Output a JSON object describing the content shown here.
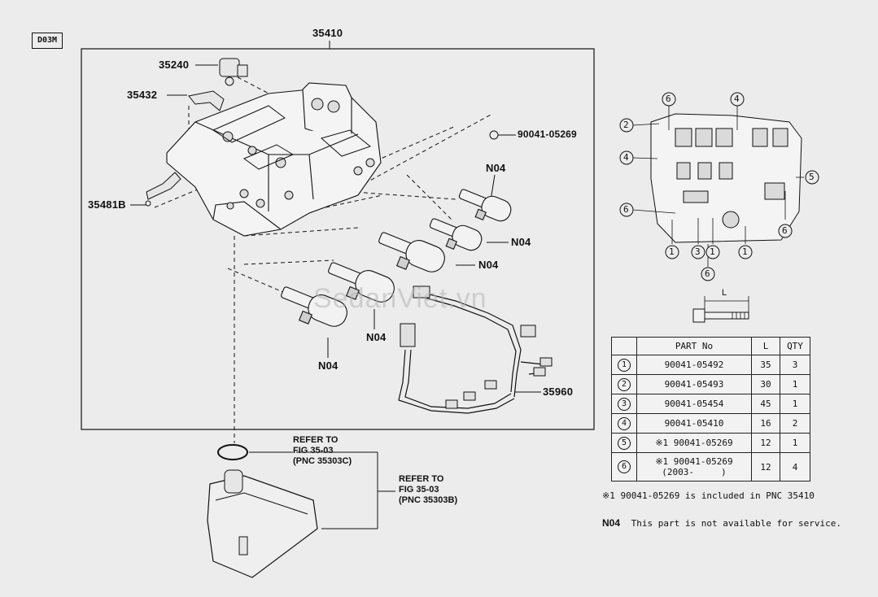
{
  "figure_code": "D03M",
  "main_assembly": "35410",
  "callouts": {
    "p35240": "35240",
    "p35432": "35432",
    "p35481b": "35481B",
    "p90041_05269": "90041-05269",
    "n04_a": "N04",
    "n04_b": "N04",
    "n04_c": "N04",
    "n04_d": "N04",
    "n04_e": "N04",
    "p35960": "35960"
  },
  "refer1": {
    "line1": "REFER TO",
    "line2": "FIG 35-03",
    "line3": "(PNC 35303C)"
  },
  "refer2": {
    "line1": "REFER TO",
    "line2": "FIG 35-03",
    "line3": "(PNC 35303B)"
  },
  "detail_callouts": [
    "6",
    "4",
    "2",
    "4",
    "5",
    "6",
    "6",
    "1",
    "3",
    "1",
    "1",
    "6"
  ],
  "bolt_label": "L",
  "watermark": "SedanViet.vn",
  "table": {
    "headers": [
      "PART No",
      "L",
      "QTY"
    ],
    "rows": [
      {
        "key": "1",
        "note": "",
        "part": "90041-05492",
        "sub": "",
        "l": "35",
        "qty": "3"
      },
      {
        "key": "2",
        "note": "",
        "part": "90041-05493",
        "sub": "",
        "l": "30",
        "qty": "1"
      },
      {
        "key": "3",
        "note": "",
        "part": "90041-05454",
        "sub": "",
        "l": "45",
        "qty": "1"
      },
      {
        "key": "4",
        "note": "",
        "part": "90041-05410",
        "sub": "",
        "l": "16",
        "qty": "2"
      },
      {
        "key": "5",
        "note": "※1",
        "part": "90041-05269",
        "sub": "",
        "l": "12",
        "qty": "1"
      },
      {
        "key": "6",
        "note": "※1",
        "part": "90041-05269",
        "sub": "(2003-     )",
        "l": "12",
        "qty": "4"
      }
    ]
  },
  "footnote1": "※1 90041-05269 is included in PNC 35410",
  "footnote2_code": "N04",
  "footnote2_text": "This part is not available for service."
}
